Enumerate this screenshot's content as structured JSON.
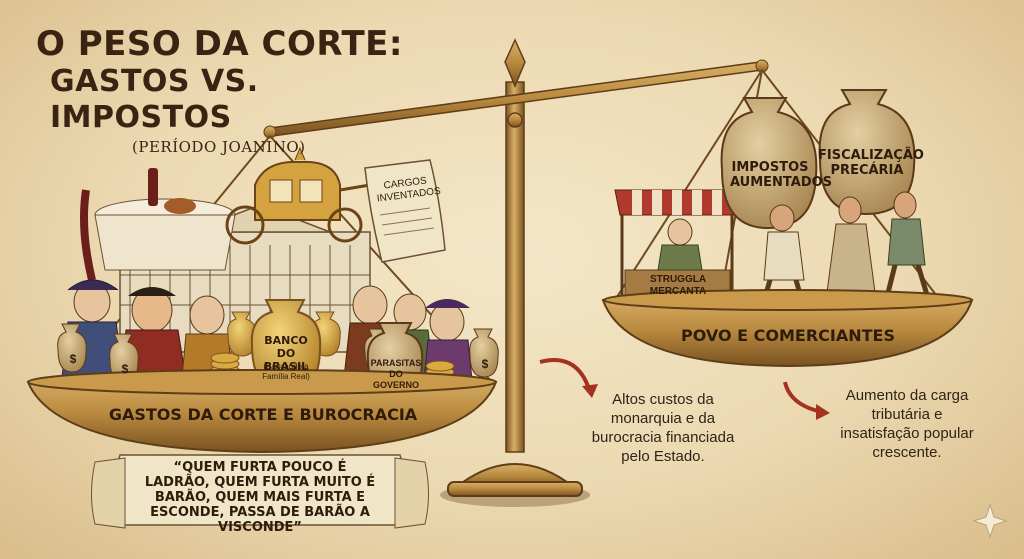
{
  "title": {
    "line1": "O PESO DA CORTE:",
    "line2": "GASTOS VS. IMPOSTOS",
    "line3": "(PERÍODO JOANINO)"
  },
  "left_pan": {
    "label": "GASTOS DA CORTE E BUROCRACIA",
    "scroll_text": "CARGOS INVENTADOS",
    "bank_bag_title": "BANCO DO BRASIL",
    "bank_bag_sub": "(Bancando a Família Real)",
    "parasites_bag": "PARASITAS DO GOVERNO",
    "coin_symbol": "$"
  },
  "right_pan": {
    "label": "POVO E COMERCIANTES",
    "bag1": "IMPOSTOS AUMENTADOS",
    "bag2": "FISCALIZAÇÃO PRECÁRIA",
    "stall_sign": "STRUGGLA MERCANTA"
  },
  "quote": "“QUEM FURTA POUCO É LADRÃO, QUEM FURTA MUITO É BARÃO, QUEM MAIS FURTA E ESCONDE, PASSA DE BARÃO A VISCONDE”",
  "notes": {
    "center": "Altos custos da monarquia e da burocracia financiada pelo Estado.",
    "right": "Aumento da carga tributária e insatisfação popular crescente."
  },
  "colors": {
    "brass": "#b8893e",
    "brass_dark": "#7a5222",
    "parchment": "#efe0bf",
    "ink": "#2e1b0c"
  },
  "icons": [
    "balance-scale-icon",
    "money-bag-icon",
    "coin-icon",
    "carriage-icon",
    "palace-icon",
    "market-stall-icon",
    "arrow-icon",
    "sparkle-icon"
  ]
}
